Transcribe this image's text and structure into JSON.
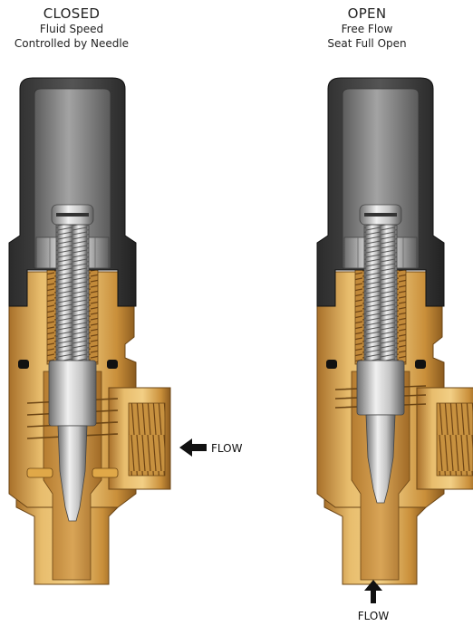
{
  "closed": {
    "title": "CLOSED",
    "line1": "Fluid Speed",
    "line2": "Controlled by Needle",
    "flow_label": "FLOW"
  },
  "open": {
    "title": "OPEN",
    "line1": "Free Flow",
    "line2": "Seat Full Open",
    "flow_label": "FLOW"
  },
  "colors": {
    "brass_light": "#e6b765",
    "brass_mid": "#c98f3a",
    "brass_dark": "#8a5a1e",
    "cap_dark": "#3a3a3a",
    "cap_inner": "#8a8a8a",
    "steel": "#d8d8d8",
    "steel_dark": "#7a7a7a"
  }
}
